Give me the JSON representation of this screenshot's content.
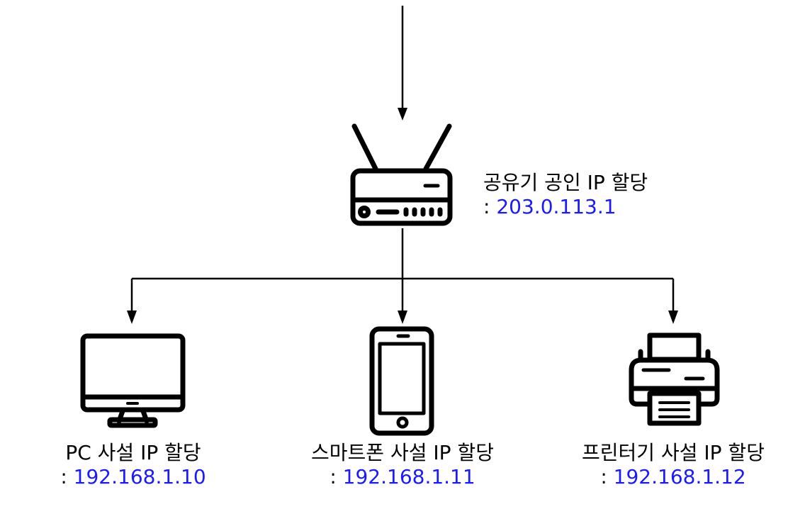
{
  "colors": {
    "line": "#000000",
    "ip_text": "#1a1aff",
    "background": "#ffffff"
  },
  "router": {
    "icon": "router-icon",
    "title": "공유기 공인 IP 할당",
    "ip_prefix": ": ",
    "ip": "203.0.113.1"
  },
  "devices": [
    {
      "icon": "monitor-icon",
      "title": "PC 사설 IP 할당",
      "ip_prefix": ": ",
      "ip": "192.168.1.10"
    },
    {
      "icon": "smartphone-icon",
      "title": "스마트폰 사설 IP 할당",
      "ip_prefix": ": ",
      "ip": "192.168.1.11"
    },
    {
      "icon": "printer-icon",
      "title": "프린터기 사설 IP 할당",
      "ip_prefix": ": ",
      "ip": "192.168.1.12"
    }
  ]
}
